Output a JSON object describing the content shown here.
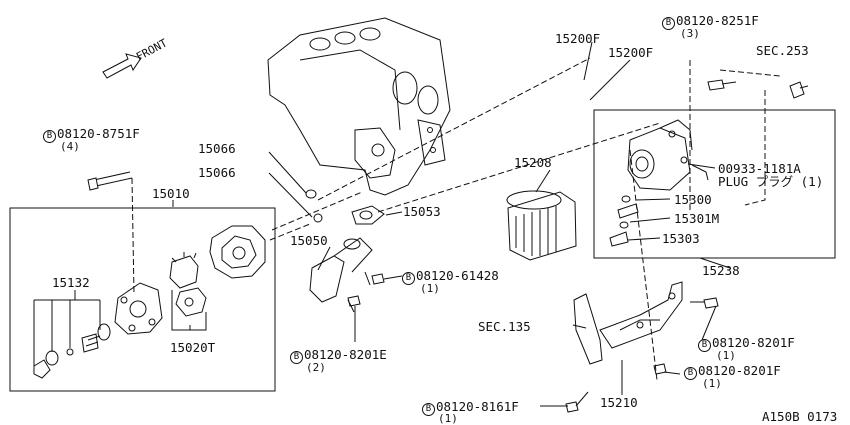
{
  "front_label": "FRONT",
  "labels": {
    "p15200f_a": "15200F",
    "p15200f_b": "15200F",
    "bolt_8251f": "08120-8251F",
    "bolt_8251f_qty": "(3)",
    "sec253": "SEC.253",
    "bolt_8751f": "08120-8751F",
    "bolt_8751f_qty": "(4)",
    "p15066_a": "15066",
    "p15066_b": "15066",
    "p15010": "15010",
    "p15053": "15053",
    "p15050": "15050",
    "p15132": "15132",
    "p15020t": "15020T",
    "bolt_61428": "08120-61428",
    "bolt_61428_qty": "(1)",
    "bolt_8201e": "08120-8201E",
    "bolt_8201e_qty": "(2)",
    "p15208": "15208",
    "plug_no": "00933-1181A",
    "plug_text": "PLUG プラグ (1)",
    "p15300": "15300",
    "p15301m": "15301M",
    "p15303": "15303",
    "p15238": "15238",
    "sec135": "SEC.135",
    "bolt_8201f_a": "08120-8201F",
    "bolt_8201f_a_qty": "(1)",
    "bolt_8201f_b": "08120-8201F",
    "bolt_8201f_b_qty": "(1)",
    "bolt_8161f": "08120-8161F",
    "bolt_8161f_qty": "(1)",
    "p15210": "15210",
    "diagram_code": "A150B 0173"
  },
  "bolt_symbol": "B"
}
